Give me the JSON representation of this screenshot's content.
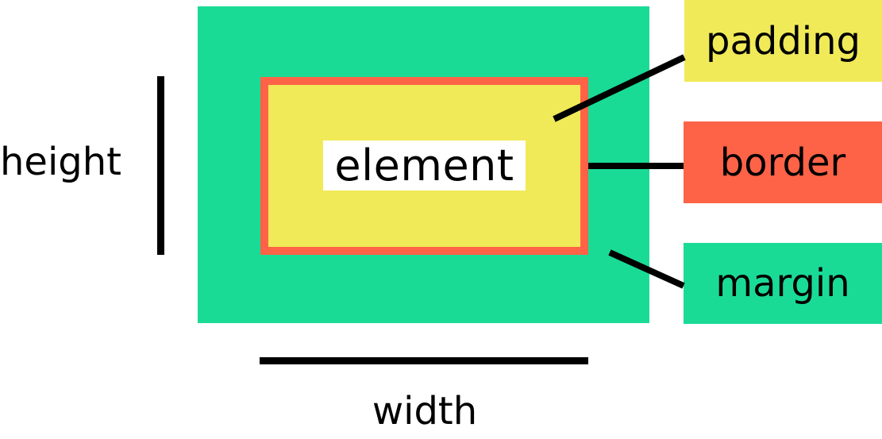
{
  "diagram": {
    "element_label": "element",
    "height_label": "height",
    "width_label": "width",
    "legend": {
      "padding": "padding",
      "border": "border",
      "margin": "margin"
    }
  },
  "colors": {
    "margin": "#1ADB95",
    "border": "#FF6347",
    "padding": "#F0EA58",
    "line": "#000000",
    "label_bg": "#FFFFFF"
  }
}
